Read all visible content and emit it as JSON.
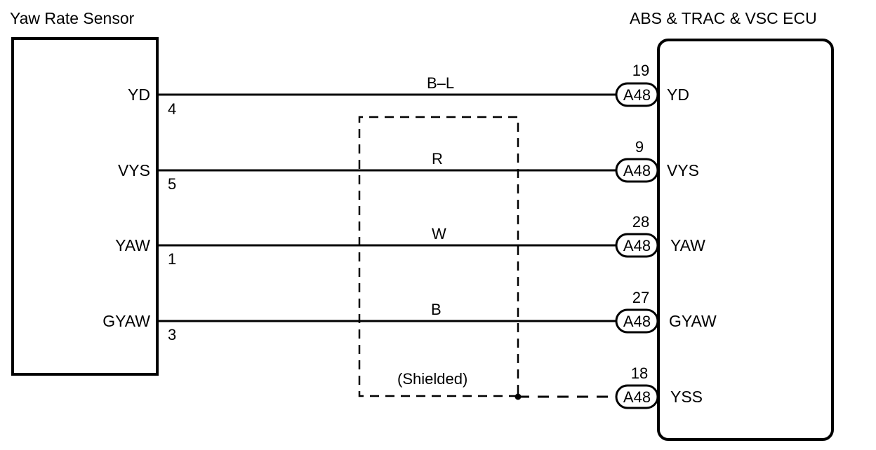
{
  "sensor": {
    "title": "Yaw Rate Sensor",
    "pins": [
      {
        "name": "YD",
        "number": "4"
      },
      {
        "name": "VYS",
        "number": "5"
      },
      {
        "name": "YAW",
        "number": "1"
      },
      {
        "name": "GYAW",
        "number": "3"
      }
    ]
  },
  "ecu": {
    "title": "ABS & TRAC & VSC ECU",
    "pins": [
      {
        "connector": "A48",
        "number": "19",
        "name": "YD"
      },
      {
        "connector": "A48",
        "number": "9",
        "name": "VYS"
      },
      {
        "connector": "A48",
        "number": "28",
        "name": "YAW"
      },
      {
        "connector": "A48",
        "number": "27",
        "name": "GYAW"
      },
      {
        "connector": "A48",
        "number": "18",
        "name": "YSS"
      }
    ]
  },
  "wires": [
    "B–L",
    "R",
    "W",
    "B"
  ],
  "shield": {
    "label": "(Shielded)"
  }
}
